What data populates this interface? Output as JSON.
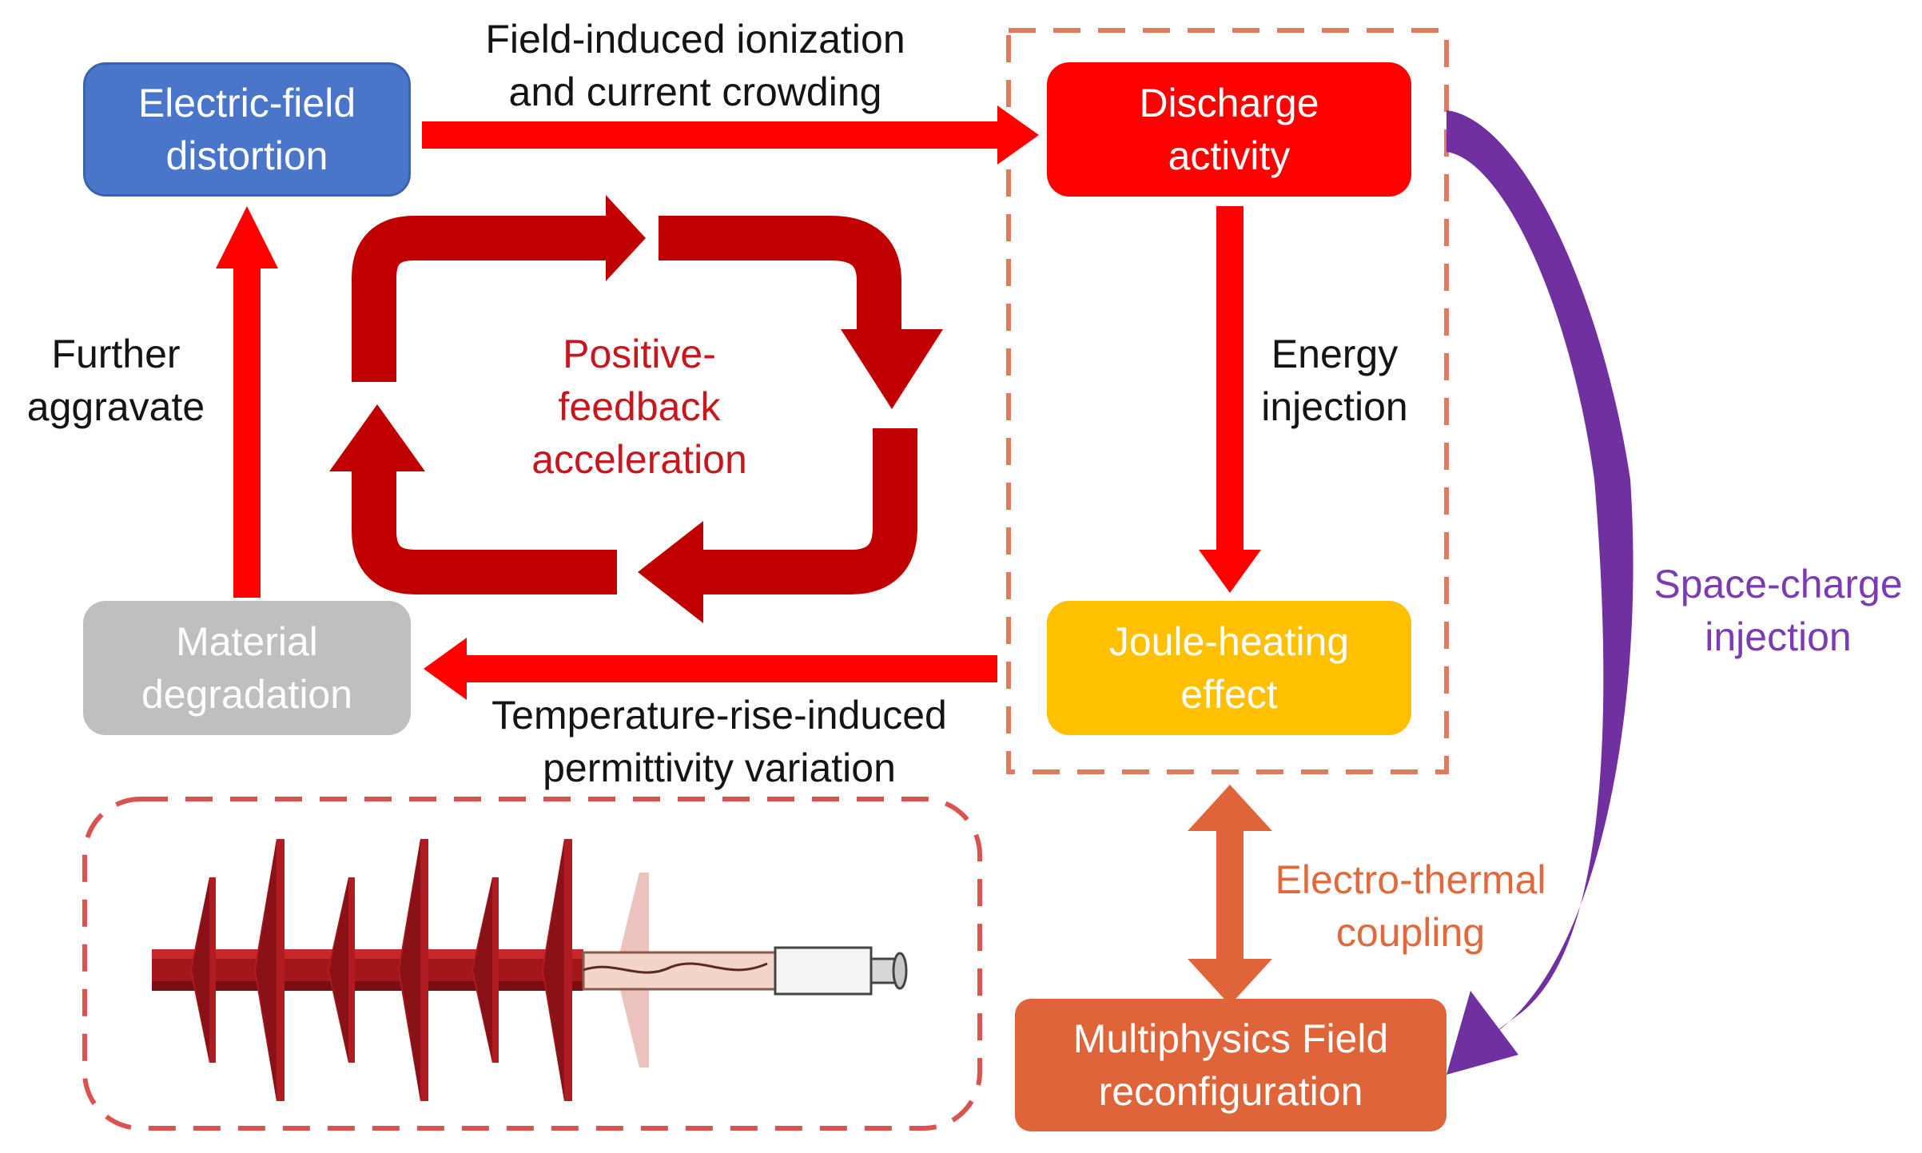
{
  "colors": {
    "blue": "#4a76c9",
    "red": "#ff0000",
    "dark_red": "#c00000",
    "yellow": "#ffc000",
    "gray": "#bfbfbf",
    "orange": "#e0643a",
    "purple": "#7030a0",
    "dash": "#e07a5f"
  },
  "nodes": {
    "electric_field": [
      "Electric-field",
      "distortion"
    ],
    "discharge": [
      "Discharge",
      "activity"
    ],
    "joule": [
      "Joule-heating",
      "effect"
    ],
    "material": [
      "Material",
      "degradation"
    ],
    "multiphysics": [
      "Multiphysics Field",
      "reconfiguration"
    ]
  },
  "edges": {
    "ionization": [
      "Field-induced ionization",
      "and current crowding"
    ],
    "energy": [
      "Energy",
      "injection"
    ],
    "permittivity": [
      "Temperature-rise-induced",
      "permittivity variation"
    ],
    "aggravate": [
      "Further",
      "aggravate"
    ],
    "coupling": [
      "Electro-thermal",
      "coupling"
    ],
    "space_charge": [
      "Space-charge",
      "injection"
    ]
  },
  "center_label": [
    "Positive-",
    "feedback",
    "acceleration"
  ]
}
